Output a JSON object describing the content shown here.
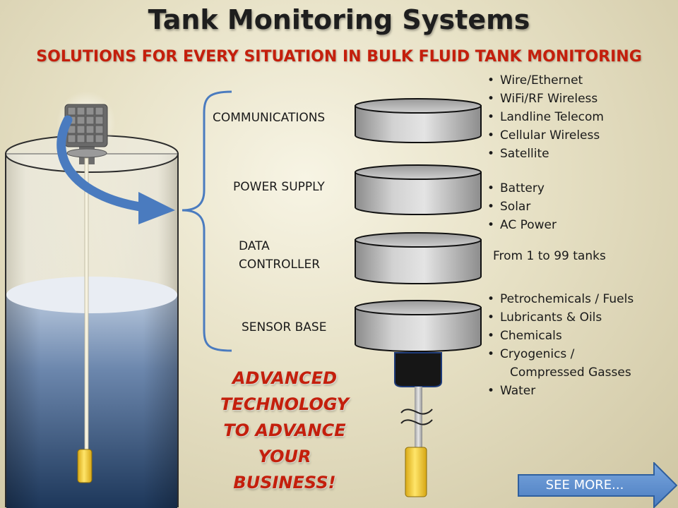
{
  "header": {
    "title": "Tank Monitoring Systems",
    "subtitle": "SOLUTIONS FOR EVERY SITUATION IN BULK FLUID TANK MONITORING"
  },
  "layers": {
    "communications": "COMMUNICATIONS",
    "power_supply": "POWER SUPPLY",
    "data_controller_line1": "DATA",
    "data_controller_line2": "CONTROLLER",
    "sensor_base": "SENSOR  BASE"
  },
  "lists": {
    "communications": [
      "Wire/Ethernet",
      "WiFi/RF Wireless",
      "Landline Telecom",
      "Cellular Wireless",
      "Satellite"
    ],
    "power": [
      "Battery",
      "Solar",
      "AC Power"
    ],
    "controller": "From 1 to 99 tanks",
    "applications": [
      "Petrochemicals / Fuels",
      "Lubricants & Oils",
      "Chemicals",
      "Cryogenics /"
    ],
    "applications_cont": "Compressed Gasses",
    "applications_last": "Water"
  },
  "slogan": {
    "line1": "ADVANCED",
    "line2": "TECHNOLOGY",
    "line3": "TO ADVANCE",
    "line4": "YOUR",
    "line5": "BUSINESS!"
  },
  "nav": {
    "see_more": "SEE MORE..."
  },
  "colors": {
    "title_text": "#1e1e1e",
    "accent_red": "#c41f0c",
    "arrow_blue": "#4a7bbf",
    "liquid_dark": "#1f3b5e",
    "float_yellow": "#f2cf2a",
    "button_blue": "#5a8fd0"
  },
  "icons": {
    "arrow": "curved-arrow-icon",
    "brace": "bracket-icon",
    "next": "arrow-right-icon"
  }
}
